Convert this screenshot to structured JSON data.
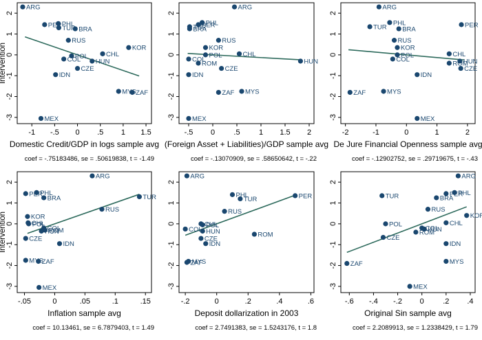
{
  "chart_data": [
    {
      "type": "scatter",
      "xlabel": "Domestic Credit/GDP in logs sample avg",
      "ylabel": "Intervention",
      "note": "coef = -.75183486, se = .50619838, t = -1.49",
      "xticks": [
        -1,
        -0.5,
        0,
        0.5,
        1,
        1.5
      ],
      "xticklabels": [
        "-1",
        "-.5",
        "0",
        ".5",
        "1",
        "1.5"
      ],
      "yticks": [
        -3,
        -2,
        -1,
        0,
        1,
        2
      ],
      "yticklabels": [
        "-3",
        "-2",
        "-1",
        "0",
        "1",
        "2"
      ],
      "xlim": [
        -1.32,
        1.62
      ],
      "ylim": [
        -3.3,
        2.5
      ],
      "fit": {
        "slope": -0.7518,
        "intercept": 0.0,
        "x": [
          -1.15,
          1.35
        ]
      },
      "points": [
        {
          "label": "ARG",
          "x": -1.2,
          "y": 2.3
        },
        {
          "label": "PER",
          "x": -0.72,
          "y": 1.45
        },
        {
          "label": "PHL",
          "x": -0.42,
          "y": 1.5
        },
        {
          "label": "TUR",
          "x": -0.41,
          "y": 1.3
        },
        {
          "label": "BRA",
          "x": -0.05,
          "y": 1.25
        },
        {
          "label": "RUS",
          "x": -0.2,
          "y": 0.7
        },
        {
          "label": "KOR",
          "x": 1.12,
          "y": 0.35
        },
        {
          "label": "CHL",
          "x": 0.55,
          "y": 0.05
        },
        {
          "label": "POL",
          "x": -0.13,
          "y": -0.05
        },
        {
          "label": "COL",
          "x": -0.3,
          "y": -0.2
        },
        {
          "label": "HUN",
          "x": 0.32,
          "y": -0.3
        },
        {
          "label": "CZE",
          "x": 0.0,
          "y": -0.65
        },
        {
          "label": "IDN",
          "x": -0.48,
          "y": -0.95
        },
        {
          "label": "MYS",
          "x": 0.9,
          "y": -1.75
        },
        {
          "label": "ZAF",
          "x": 1.2,
          "y": -1.8
        },
        {
          "label": "MEX",
          "x": -0.8,
          "y": -3.05
        }
      ]
    },
    {
      "type": "scatter",
      "xlabel": "(Foreign Asset + Liabilities)/GDP sample avg",
      "ylabel": "",
      "note": "coef = -.13070909, se = .58650642, t = -.22",
      "xticks": [
        -0.5,
        0,
        0.5,
        1,
        1.5,
        2
      ],
      "xticklabels": [
        "-.5",
        "0",
        ".5",
        "1",
        "1.5",
        "2"
      ],
      "yticks": [
        -3,
        -2,
        -1,
        0,
        1,
        2
      ],
      "yticklabels": [
        "-3",
        "-2",
        "-1",
        "0",
        "1",
        "2"
      ],
      "xlim": [
        -0.7,
        2.1
      ],
      "ylim": [
        -3.3,
        2.5
      ],
      "fit": {
        "slope": -0.1307,
        "intercept": 0.0,
        "x": [
          -0.52,
          1.82
        ]
      },
      "points": [
        {
          "label": "ARG",
          "x": 0.45,
          "y": 2.3
        },
        {
          "label": "PHL",
          "x": -0.22,
          "y": 1.55
        },
        {
          "label": "PER",
          "x": -0.3,
          "y": 1.45
        },
        {
          "label": "TUR",
          "x": -0.48,
          "y": 1.35
        },
        {
          "label": "BRA",
          "x": -0.48,
          "y": 1.25
        },
        {
          "label": "RUS",
          "x": 0.12,
          "y": 0.7
        },
        {
          "label": "KOR",
          "x": -0.15,
          "y": 0.35
        },
        {
          "label": "CHL",
          "x": 0.55,
          "y": 0.05
        },
        {
          "label": "POL",
          "x": -0.15,
          "y": 0.0
        },
        {
          "label": "COL",
          "x": -0.5,
          "y": -0.2
        },
        {
          "label": "ROM",
          "x": -0.3,
          "y": -0.4
        },
        {
          "label": "CZE",
          "x": 0.18,
          "y": -0.65
        },
        {
          "label": "HUN",
          "x": 1.82,
          "y": -0.3
        },
        {
          "label": "IDN",
          "x": -0.5,
          "y": -0.95
        },
        {
          "label": "ZAF",
          "x": 0.12,
          "y": -1.8
        },
        {
          "label": "MYS",
          "x": 0.6,
          "y": -1.75
        },
        {
          "label": "MEX",
          "x": -0.5,
          "y": -3.05
        }
      ]
    },
    {
      "type": "scatter",
      "xlabel": "De Jure Financial Openness sample avg",
      "ylabel": "",
      "note": "coef = -.12902752, se = .29719675, t = -.43",
      "xticks": [
        -2,
        -1,
        0,
        1,
        2
      ],
      "xticklabels": [
        "-2",
        "-1",
        "0",
        "1",
        "2"
      ],
      "yticks": [
        -3,
        -2,
        -1,
        0,
        1,
        2
      ],
      "yticklabels": [
        "-3",
        "-2",
        "-1",
        "0",
        "1",
        "2"
      ],
      "xlim": [
        -2.15,
        2.25
      ],
      "ylim": [
        -3.3,
        2.5
      ],
      "fit": {
        "slope": -0.129,
        "intercept": 0.0,
        "x": [
          -1.9,
          1.9
        ]
      },
      "points": [
        {
          "label": "ARG",
          "x": -0.9,
          "y": 2.3
        },
        {
          "label": "PHL",
          "x": -0.55,
          "y": 1.55
        },
        {
          "label": "TUR",
          "x": -1.2,
          "y": 1.35
        },
        {
          "label": "BRA",
          "x": -0.25,
          "y": 1.25
        },
        {
          "label": "PER",
          "x": 1.8,
          "y": 1.45
        },
        {
          "label": "RUS",
          "x": -0.4,
          "y": 0.7
        },
        {
          "label": "KOR",
          "x": -0.3,
          "y": 0.35
        },
        {
          "label": "CHL",
          "x": 1.4,
          "y": 0.05
        },
        {
          "label": "POL",
          "x": -0.3,
          "y": 0.0
        },
        {
          "label": "COL",
          "x": -0.45,
          "y": -0.2
        },
        {
          "label": "HUN",
          "x": 1.75,
          "y": -0.3
        },
        {
          "label": "ROM",
          "x": 1.4,
          "y": -0.4
        },
        {
          "label": "CZE",
          "x": 1.78,
          "y": -0.65
        },
        {
          "label": "IDN",
          "x": 0.35,
          "y": -0.95
        },
        {
          "label": "ZAF",
          "x": -1.85,
          "y": -1.8
        },
        {
          "label": "MYS",
          "x": -0.75,
          "y": -1.75
        },
        {
          "label": "MEX",
          "x": 0.35,
          "y": -3.05
        }
      ]
    },
    {
      "type": "scatter",
      "xlabel": "Inflation sample avg",
      "ylabel": "Intervention",
      "note": "coef = 10.13461, se = 6.7879403, t = 1.49",
      "xticks": [
        -0.05,
        0,
        0.05,
        0.1,
        0.15
      ],
      "xticklabels": [
        "-.05",
        "0",
        ".05",
        ".1",
        ".15"
      ],
      "yticks": [
        -3,
        -2,
        -1,
        0,
        1,
        2
      ],
      "yticklabels": [
        "-3",
        "-2",
        "-1",
        "0",
        "1",
        "2"
      ],
      "xlim": [
        -0.062,
        0.16
      ],
      "ylim": [
        -3.3,
        2.5
      ],
      "fit": {
        "slope": 10.1346,
        "intercept": 0.0,
        "x": [
          -0.045,
          0.14
        ]
      },
      "points": [
        {
          "label": "ARG",
          "x": 0.062,
          "y": 2.3
        },
        {
          "label": "PER",
          "x": -0.048,
          "y": 1.45
        },
        {
          "label": "PHL",
          "x": -0.03,
          "y": 1.5
        },
        {
          "label": "BRA",
          "x": -0.018,
          "y": 1.25
        },
        {
          "label": "TUR",
          "x": 0.14,
          "y": 1.3
        },
        {
          "label": "RUS",
          "x": 0.078,
          "y": 0.7
        },
        {
          "label": "KOR",
          "x": -0.045,
          "y": 0.35
        },
        {
          "label": "CHL",
          "x": -0.044,
          "y": 0.05
        },
        {
          "label": "POL",
          "x": -0.043,
          "y": 0.0
        },
        {
          "label": "COL",
          "x": -0.018,
          "y": -0.2
        },
        {
          "label": "ROM",
          "x": -0.016,
          "y": -0.3
        },
        {
          "label": "HUN",
          "x": -0.022,
          "y": -0.35
        },
        {
          "label": "CZE",
          "x": -0.048,
          "y": -0.7
        },
        {
          "label": "IDN",
          "x": 0.008,
          "y": -0.95
        },
        {
          "label": "MYS",
          "x": -0.048,
          "y": -1.75
        },
        {
          "label": "ZAF",
          "x": -0.027,
          "y": -1.8
        },
        {
          "label": "MEX",
          "x": -0.026,
          "y": -3.05
        }
      ]
    },
    {
      "type": "scatter",
      "xlabel": "Deposit dollarization in 2003",
      "ylabel": "",
      "note": "coef = 2.7491383, se = 1.5243176, t = 1.8",
      "xticks": [
        -0.2,
        0,
        0.2,
        0.4,
        0.6
      ],
      "xticklabels": [
        "-.2",
        "0",
        ".2",
        ".4",
        ".6"
      ],
      "yticks": [
        -3,
        -2,
        -1,
        0,
        1,
        2
      ],
      "yticklabels": [
        "-3",
        "-2",
        "-1",
        "0",
        "1",
        "2"
      ],
      "xlim": [
        -0.24,
        0.62
      ],
      "ylim": [
        -3.3,
        2.5
      ],
      "fit": {
        "slope": 2.7491,
        "intercept": 0.0,
        "x": [
          -0.2,
          0.5
        ]
      },
      "points": [
        {
          "label": "ARG",
          "x": -0.19,
          "y": 2.3
        },
        {
          "label": "PHL",
          "x": 0.1,
          "y": 1.4
        },
        {
          "label": "TUR",
          "x": 0.15,
          "y": 1.2
        },
        {
          "label": "PER",
          "x": 0.5,
          "y": 1.35
        },
        {
          "label": "RUS",
          "x": 0.05,
          "y": 0.6
        },
        {
          "label": "CHL",
          "x": -0.1,
          "y": 0.0
        },
        {
          "label": "POL",
          "x": -0.09,
          "y": -0.05
        },
        {
          "label": "COL",
          "x": -0.2,
          "y": -0.25
        },
        {
          "label": "HUN",
          "x": -0.09,
          "y": -0.35
        },
        {
          "label": "ROM",
          "x": 0.24,
          "y": -0.5
        },
        {
          "label": "CZE",
          "x": -0.1,
          "y": -0.7
        },
        {
          "label": "IDN",
          "x": -0.07,
          "y": -0.95
        },
        {
          "label": "MYS",
          "x": -0.18,
          "y": -1.8
        },
        {
          "label": "ZAF",
          "x": -0.19,
          "y": -1.85
        }
      ]
    },
    {
      "type": "scatter",
      "xlabel": "Original Sin sample avg",
      "ylabel": "",
      "note": "coef = 2.2089913, se = 1.2338429, t = 1.79",
      "xticks": [
        -0.6,
        -0.4,
        -0.2,
        0,
        0.2,
        0.4
      ],
      "xticklabels": [
        "-.6",
        "-.4",
        "-.2",
        "0",
        ".2",
        ".4"
      ],
      "yticks": [
        -3,
        -2,
        -1,
        0,
        1,
        2
      ],
      "yticklabels": [
        "-3",
        "-2",
        "-1",
        "0",
        "1",
        "2"
      ],
      "xlim": [
        -0.67,
        0.44
      ],
      "ylim": [
        -3.3,
        2.5
      ],
      "fit": {
        "slope": 2.209,
        "intercept": 0.0,
        "x": [
          -0.62,
          0.37
        ]
      },
      "points": [
        {
          "label": "ARG",
          "x": 0.3,
          "y": 2.3
        },
        {
          "label": "TUR",
          "x": -0.33,
          "y": 1.35
        },
        {
          "label": "PER",
          "x": 0.2,
          "y": 1.45
        },
        {
          "label": "PHL",
          "x": 0.27,
          "y": 1.5
        },
        {
          "label": "BRA",
          "x": 0.12,
          "y": 1.25
        },
        {
          "label": "RUS",
          "x": 0.05,
          "y": 0.7
        },
        {
          "label": "KOR",
          "x": 0.37,
          "y": 0.4
        },
        {
          "label": "POL",
          "x": -0.3,
          "y": 0.0
        },
        {
          "label": "CHL",
          "x": 0.2,
          "y": 0.05
        },
        {
          "label": "COL",
          "x": 0.0,
          "y": -0.2
        },
        {
          "label": "HUN",
          "x": 0.02,
          "y": -0.25
        },
        {
          "label": "ROM",
          "x": -0.05,
          "y": -0.4
        },
        {
          "label": "CZE",
          "x": -0.32,
          "y": -0.65
        },
        {
          "label": "IDN",
          "x": 0.2,
          "y": -0.95
        },
        {
          "label": "ZAF",
          "x": -0.62,
          "y": -1.9
        },
        {
          "label": "MYS",
          "x": 0.2,
          "y": -1.8
        },
        {
          "label": "MEX",
          "x": -0.1,
          "y": -3.0
        }
      ]
    }
  ]
}
